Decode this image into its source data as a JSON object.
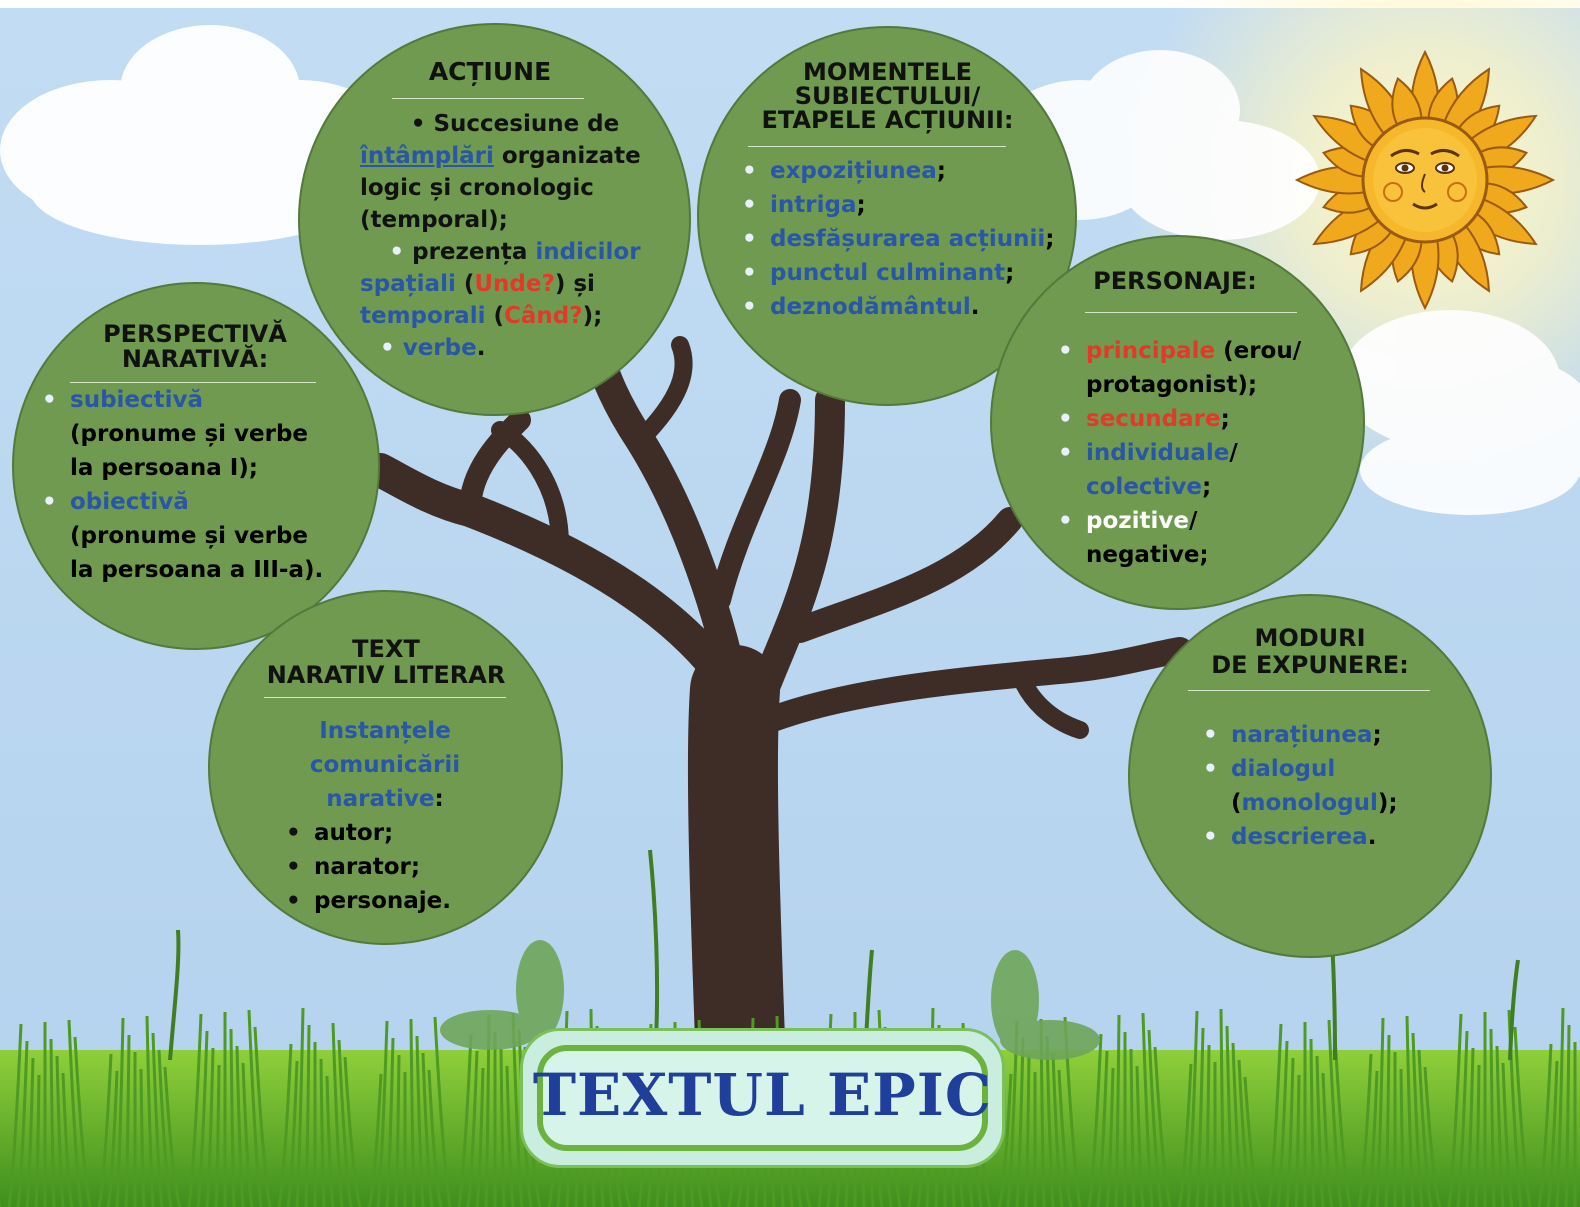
{
  "main_title": "TEXTUL EPIC",
  "colors": {
    "circle": "#6f9a50",
    "blue_text": "#2a56a8",
    "red_text": "#e23a2a",
    "title_text": "#1f3f9a",
    "trunk": "#3e2c26"
  },
  "actiune": {
    "title": "ACȚIUNE",
    "b1_a": "Succesiune de",
    "b1_link": "întâmplări",
    "b1_b": "organizate",
    "b1_c": "logic și cronologic",
    "b1_d": "(temporal);",
    "b2_a": "prezența",
    "b2_blue": "indicilor",
    "b2_blue2": "spațiali",
    "b2_p1": "(",
    "b2_red1": "Unde?",
    "b2_p2": ") și",
    "b2_blue3": "temporali",
    "b2_p3": "(",
    "b2_red2": "Când?",
    "b2_p4": ");",
    "b3_blue": "verbe",
    "b3_end": "."
  },
  "momente": {
    "title_1": "MOMENTELE",
    "title_2": "SUBIECTULUI/",
    "title_3": "ETAPELE ACȚIUNII:",
    "items": [
      {
        "text": "expozițiunea",
        "end": ";"
      },
      {
        "text": "intriga",
        "end": ";"
      },
      {
        "text": "desfășurarea acțiunii",
        "end": ";"
      },
      {
        "text": "punctul culminant",
        "end": ";"
      },
      {
        "text": "deznodământul",
        "end": "."
      }
    ]
  },
  "perspectiva": {
    "title_1": "PERSPECTIVĂ",
    "title_2": "NARATIVĂ:",
    "i1_blue": "subiectivă",
    "i1_a": "(pronume și verbe",
    "i1_b": "la persoana I);",
    "i2_blue": "obiectivă",
    "i2_a": "(pronume și verbe",
    "i2_b": "la persoana a III-a)."
  },
  "personaje": {
    "title": "PERSONAJE:",
    "i1_red": "principale",
    "i1_a": "(erou/",
    "i1_b": "protagonist);",
    "i2_red": "secundare",
    "i2_end": ";",
    "i3_blue": "individuale",
    "i3_slash": "/",
    "i3_blue2": "colective",
    "i3_end": ";",
    "i4_white": "pozitive",
    "i4_slash": "/",
    "i4_b": "negative;"
  },
  "text_narativ": {
    "title_1": "TEXT",
    "title_2": "NARATIV LITERAR",
    "sub_1": "Instanțele",
    "sub_2": "comunicării",
    "sub_3": "narative",
    "sub_end": ":",
    "items": [
      "autor;",
      "narator;",
      "personaje."
    ]
  },
  "moduri": {
    "title_1": "MODURI",
    "title_2": "DE EXPUNERE:",
    "i1_blue": "narațiunea",
    "i1_end": ";",
    "i2_blue": "dialogul",
    "i2_p1": "(",
    "i2_blue2": "monologul",
    "i2_p2": ");",
    "i3_blue": "descrierea",
    "i3_end": "."
  }
}
